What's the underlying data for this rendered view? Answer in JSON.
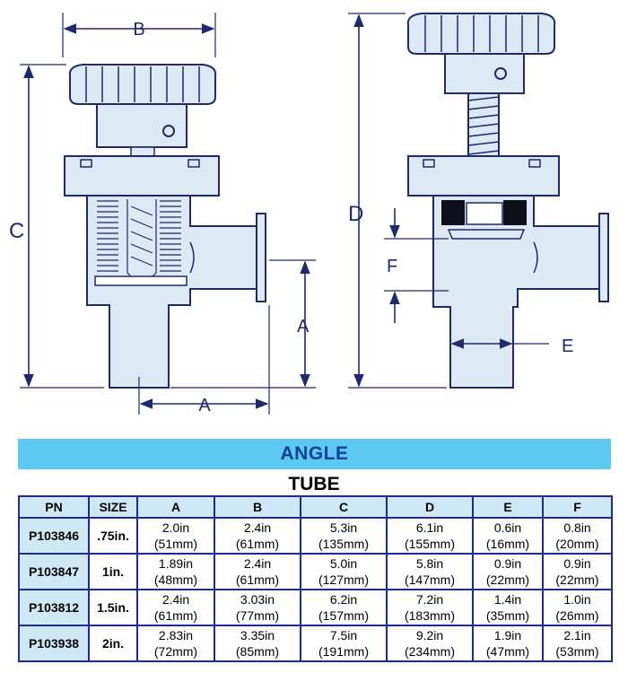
{
  "drawing": {
    "labels": {
      "a_bottom": "A",
      "a_right": "A",
      "b": "B",
      "c": "C",
      "d": "D",
      "e": "E",
      "f": "F"
    },
    "colors": {
      "line": "#1d2a6e",
      "fill": "#dde9f5",
      "dark": "#0d1018",
      "accent": "#5dc8f0"
    }
  },
  "banner": {
    "title": "ANGLE"
  },
  "subtitle": "TUBE",
  "table": {
    "headers": [
      "PN",
      "SIZE",
      "A",
      "B",
      "C",
      "D",
      "E",
      "F"
    ],
    "rows": [
      {
        "pn": "P103846",
        "size": ".75in.",
        "cells": [
          [
            "2.0in",
            "(51mm)"
          ],
          [
            "2.4in",
            "(61mm)"
          ],
          [
            "5.3in",
            "(135mm)"
          ],
          [
            "6.1in",
            "(155mm)"
          ],
          [
            "0.6in",
            "(16mm)"
          ],
          [
            "0.8in",
            "(20mm)"
          ]
        ]
      },
      {
        "pn": "P103847",
        "size": "1in.",
        "cells": [
          [
            "1.89in",
            "(48mm)"
          ],
          [
            "2.4in",
            "(61mm)"
          ],
          [
            "5.0in",
            "(127mm)"
          ],
          [
            "5.8in",
            "(147mm)"
          ],
          [
            "0.9in",
            "(22mm)"
          ],
          [
            "0.9in",
            "(22mm)"
          ]
        ]
      },
      {
        "pn": "P103812",
        "size": "1.5in.",
        "cells": [
          [
            "2.4in",
            "(61mm)"
          ],
          [
            "3.03in",
            "(77mm)"
          ],
          [
            "6.2in",
            "(157mm)"
          ],
          [
            "7.2in",
            "(183mm)"
          ],
          [
            "1.4in",
            "(35mm)"
          ],
          [
            "1.0in",
            "(26mm)"
          ]
        ]
      },
      {
        "pn": "P103938",
        "size": "2in.",
        "cells": [
          [
            "2.83in",
            "(72mm)"
          ],
          [
            "3.35in",
            "(85mm)"
          ],
          [
            "7.5in",
            "(191mm)"
          ],
          [
            "9.2in",
            "(234mm)"
          ],
          [
            "1.9in",
            "(47mm)"
          ],
          [
            "2.1in",
            "(53mm)"
          ]
        ]
      }
    ]
  }
}
